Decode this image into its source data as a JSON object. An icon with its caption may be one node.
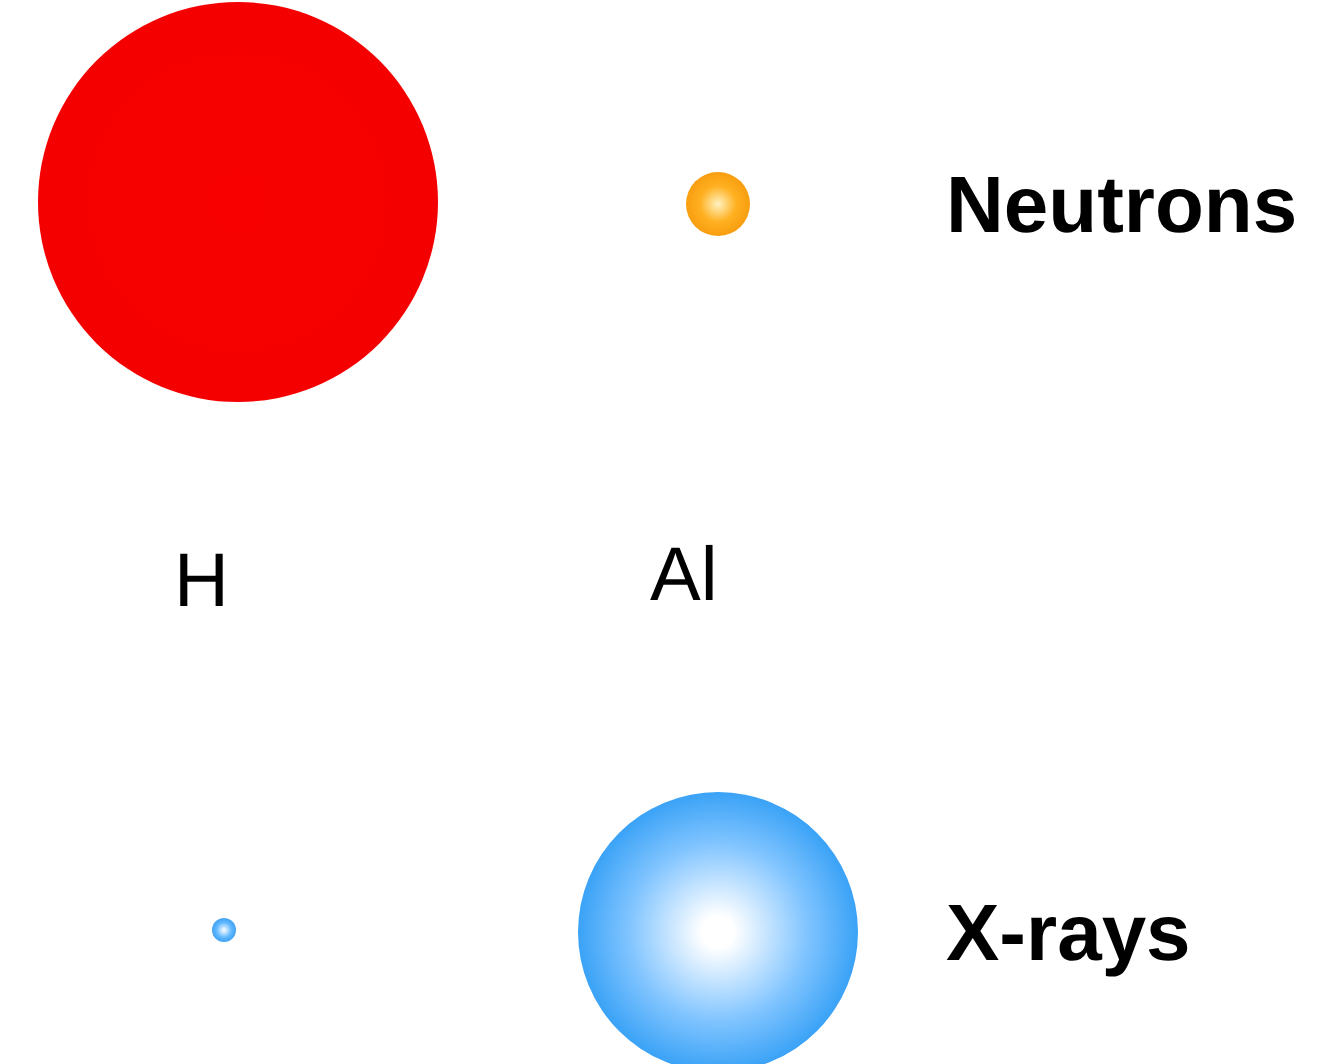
{
  "diagram": {
    "nodes": [
      {
        "text": [],
        "shape": "circle"
      },
      {
        "text": [],
        "shape": "circle"
      },
      {
        "text": [],
        "shape": "circle"
      },
      {
        "text": [],
        "shape": "circle"
      }
    ],
    "labels": [
      "Neutrons",
      "H",
      "Al",
      "X-rays"
    ]
  }
}
